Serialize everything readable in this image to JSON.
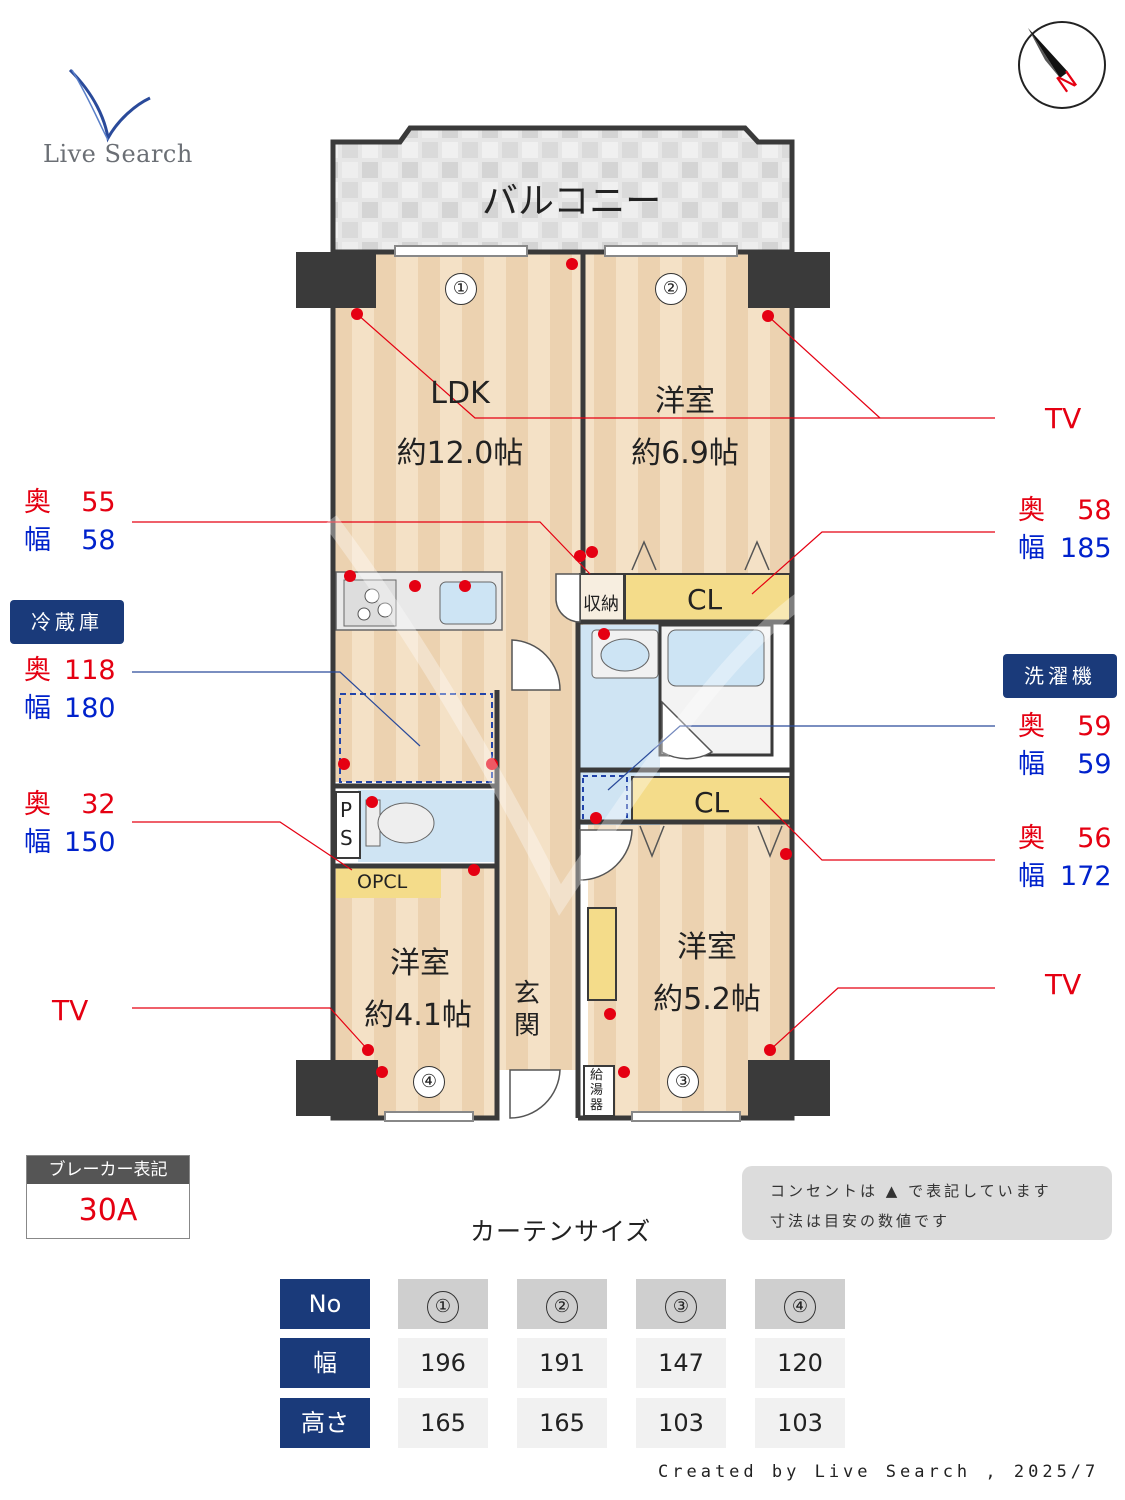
{
  "brand": {
    "name": "Live Search"
  },
  "compass": {
    "north_label": "N"
  },
  "rooms": {
    "balcony": "バルコニー",
    "ldk_name": "LDK",
    "ldk_size": "約12.0帖",
    "west1_name": "洋室",
    "west1_size": "約6.9帖",
    "west2_name": "洋室",
    "west2_size": "約5.2帖",
    "west3_name": "洋室",
    "west3_size": "約4.1帖",
    "storage": "収納",
    "cl1": "CL",
    "cl2": "CL",
    "opcl": "OPCL",
    "ps": "PS",
    "entrance": "玄関",
    "water_heater": "給湯器"
  },
  "window_numbers": [
    "①",
    "②",
    "③",
    "④"
  ],
  "labels": {
    "tv_right_top": "TV",
    "tv_left_bottom": "TV",
    "tv_right_bottom": "TV"
  },
  "dimensions": {
    "d1": {
      "depth_label": "奥",
      "depth": "55",
      "width_label": "幅",
      "width": "58"
    },
    "fridge": {
      "tag": "冷蔵庫",
      "depth_label": "奥",
      "depth": "118",
      "width_label": "幅",
      "width": "180"
    },
    "d3": {
      "depth_label": "奥",
      "depth": "32",
      "width_label": "幅",
      "width": "150"
    },
    "r1": {
      "depth_label": "奥",
      "depth": "58",
      "width_label": "幅",
      "width": "185"
    },
    "washer": {
      "tag": "洗濯機",
      "depth_label": "奥",
      "depth": "59",
      "width_label": "幅",
      "width": "59"
    },
    "r3": {
      "depth_label": "奥",
      "depth": "56",
      "width_label": "幅",
      "width": "172"
    }
  },
  "breaker": {
    "label": "ブレーカー表記",
    "value": "30A"
  },
  "note": {
    "line1": "コンセントは ▲ で表記しています",
    "line2": "寸法は目安の数値です"
  },
  "curtain": {
    "title": "カーテンサイズ",
    "headers": [
      "No",
      "幅",
      "高さ"
    ],
    "numbers": [
      "①",
      "②",
      "③",
      "④"
    ],
    "widths": [
      "196",
      "191",
      "147",
      "120"
    ],
    "heights": [
      "165",
      "165",
      "103",
      "103"
    ]
  },
  "credit": "Created by Live Search , 2025/7",
  "colors": {
    "accent_navy": "#1a3a7a",
    "outlet_red": "#e50012",
    "floor_wood": "#f2dcc0",
    "bath_blue": "#cfe4f3",
    "closet_yellow": "#f4dc8a",
    "wall": "#3a3a3a"
  }
}
